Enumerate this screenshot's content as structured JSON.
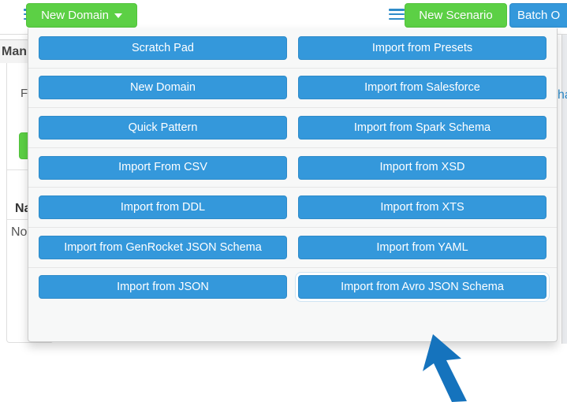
{
  "toolbar": {
    "menu_icon_left": "hamburger-icon",
    "new_domain_label": "New Domain",
    "menu_icon_right": "hamburger-icon",
    "new_scenario_label": "New Scenario",
    "batch_label": "Batch O"
  },
  "background": {
    "tab_label": "Man",
    "filter_label": "F",
    "column_header": "Na",
    "no_data_label": "No",
    "right_link_label": "ha"
  },
  "dropdown": {
    "rows": [
      {
        "left": "Scratch Pad",
        "right": "Import from Presets"
      },
      {
        "left": "New Domain",
        "right": "Import from Salesforce"
      },
      {
        "left": "Quick Pattern",
        "right": "Import from Spark Schema"
      },
      {
        "left": "Import From CSV",
        "right": "Import from XSD"
      },
      {
        "left": "Import from DDL",
        "right": "Import from XTS"
      },
      {
        "left": "Import from GenRocket JSON Schema",
        "right": "Import from YAML"
      },
      {
        "left": "Import from JSON",
        "right": "Import from Avro JSON Schema"
      }
    ],
    "focused_item": "Import from Avro JSON Schema"
  },
  "annotation": {
    "arrow_color": "#1573bd",
    "points_at": "Import from Avro JSON Schema"
  },
  "colors": {
    "primary_blue": "#3498db",
    "primary_blue_border": "#2e8bc9",
    "green": "#5cd045",
    "green_border": "#52c23c",
    "panel_bg": "#f7f8f8",
    "panel_border": "#cccccc",
    "row_divider": "#e6e6e6",
    "arrow_blue": "#1573bd"
  }
}
